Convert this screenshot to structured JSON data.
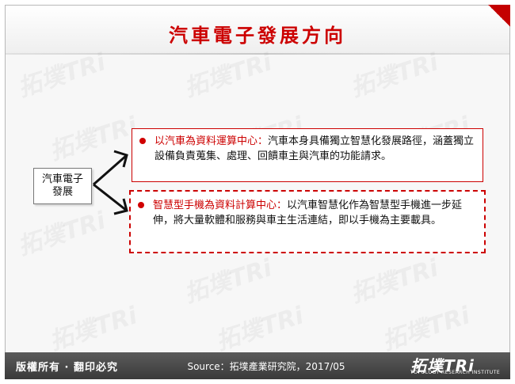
{
  "title": "汽車電子發展方向",
  "root_label": [
    "汽車電子",
    "發展"
  ],
  "items": [
    {
      "heading": "以汽車為資料運算中心：",
      "text": "汽車本身具備獨立智慧化發展路徑，涵蓋獨立設備負責蒐集、處理、回饋車主與汽車的功能請求。"
    },
    {
      "heading": "智慧型手機為資料計算中心：",
      "text": "以汽車智慧化作為智慧型手機進一步延伸，將大量軟體和服務與車主生活連結，即以手機為主要載具。"
    }
  ],
  "footer": {
    "copyright": "版權所有 · 翻印必究",
    "source": "Source：拓墣產業研究院，2017/05",
    "logo_main": "拓墣TRi",
    "logo_sub": "TOPOLOGY RESEARCH INSTITUTE"
  },
  "watermark_text": "拓墣TRi",
  "colors": {
    "accent": "#cc0000",
    "footer": "#4a4a4a"
  }
}
